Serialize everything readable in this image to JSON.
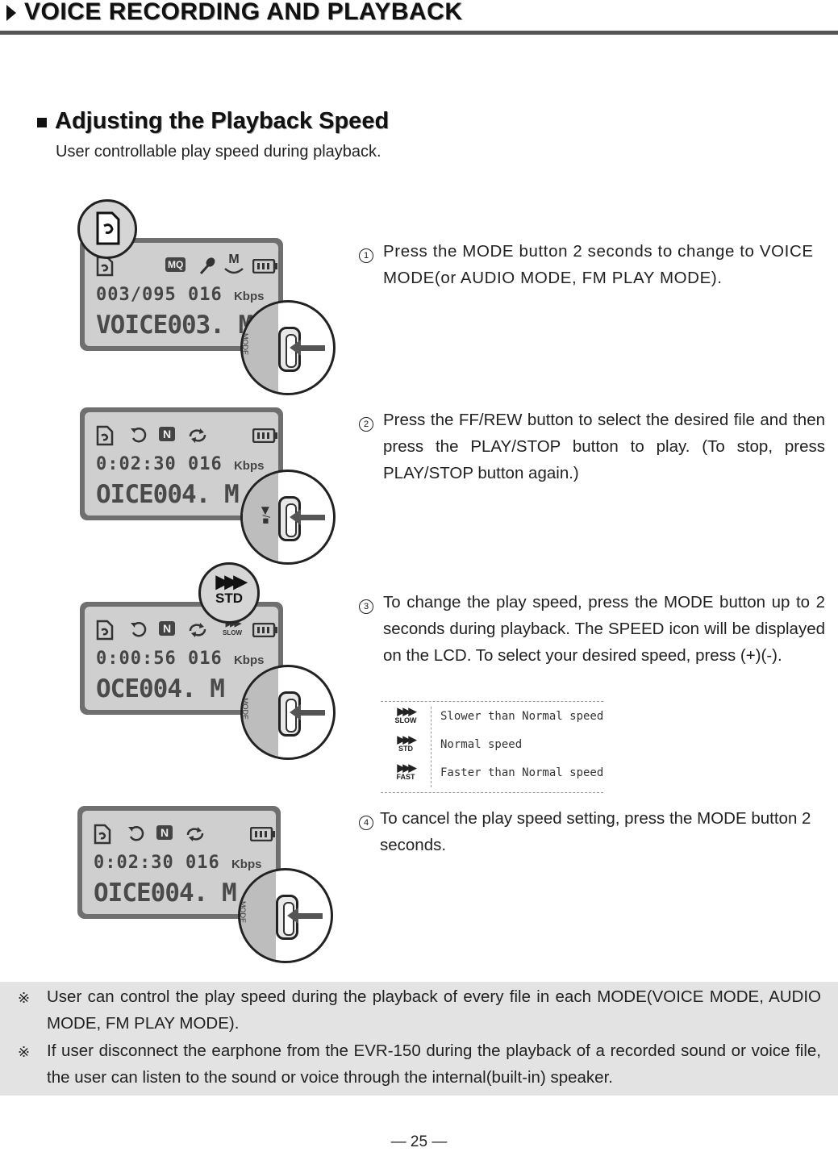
{
  "header": {
    "title": "VOICE RECORDING AND PLAYBACK"
  },
  "section": {
    "title": "Adjusting the Playback Speed",
    "subtitle": "User controllable play speed during playback."
  },
  "panels": [
    {
      "icons": [
        "voice-file-icon",
        "mq-badge",
        "mic-icon",
        "m-badge",
        "battery-icon"
      ],
      "line1": "003/095  016",
      "unit": "Kbps",
      "line2": "VOICE003. M",
      "button_label": "MODE"
    },
    {
      "icons": [
        "voice-file-icon",
        "rewind-icon",
        "n-badge",
        "repeat-icon",
        "battery-icon"
      ],
      "line1": "0:02:30  016",
      "unit": "Kbps",
      "line2": "OICE004.  M",
      "button_label": "▶/■"
    },
    {
      "icons": [
        "voice-file-icon",
        "rewind-icon",
        "n-badge",
        "repeat-icon",
        "slow-speed-icon",
        "battery-icon"
      ],
      "line1": "0:00:56  016",
      "unit": "Kbps",
      "line2": "OCE004.  M",
      "button_label": "MODE",
      "speed_badge": "STD",
      "speed_small": "SLOW"
    },
    {
      "icons": [
        "voice-file-icon",
        "rewind-icon",
        "n-badge",
        "repeat-icon",
        "battery-icon"
      ],
      "line1": "0:02:30  016",
      "unit": "Kbps",
      "line2": "OICE004.  M",
      "button_label": "MODE"
    }
  ],
  "badges": {
    "mq": "MQ",
    "m": "M",
    "n": "N"
  },
  "steps": [
    {
      "num": "1",
      "text": "Press the MODE button 2 seconds to change to VOICE MODE(or AUDIO MODE, FM PLAY MODE)."
    },
    {
      "num": "2",
      "text": "Press the FF/REW button to select the desired file and then press the PLAY/STOP button to play. (To stop, press PLAY/STOP button again.)"
    },
    {
      "num": "3",
      "text": "To change the play speed, press the MODE button up to 2 seconds during playback. The SPEED icon will be displayed on the LCD. To select your desired speed, press (+)(-)."
    },
    {
      "num": "4",
      "text": "To cancel the play speed setting, press the MODE button 2 seconds."
    }
  ],
  "speed_legend": [
    {
      "tag": "SLOW",
      "text": "Slower than Normal speed"
    },
    {
      "tag": "STD",
      "text": "Normal speed"
    },
    {
      "tag": "FAST",
      "text": "Faster than Normal speed"
    }
  ],
  "notes": [
    {
      "mark": "※",
      "text": "User can control the play speed during the playback of every file in each MODE(VOICE MODE, AUDIO MODE, FM PLAY MODE)."
    },
    {
      "mark": "※",
      "text": "If user disconnect the earphone from the EVR-150 during the playback of a recorded sound or voice file, the user can listen to the sound or voice through the internal(built-in) speaker."
    }
  ],
  "page_number": "— 25 —"
}
